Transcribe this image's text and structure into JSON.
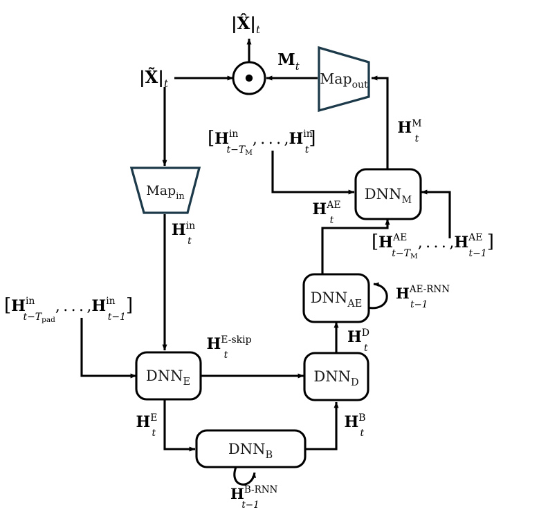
{
  "diagram": {
    "title": "Neural network speech enhancement block diagram",
    "colors": {
      "map_block_stroke": "#1d3a4a",
      "dnn_block_stroke": "#000000",
      "arrow": "#000000",
      "background": "#ffffff",
      "text": "#1a1a1a"
    },
    "blocks": [
      {
        "id": "map_out",
        "name": "Map_out",
        "label_main": "Map",
        "label_sub": "out",
        "shape": "trapezoid"
      },
      {
        "id": "map_in",
        "name": "Map_in",
        "label_main": "Map",
        "label_sub": "in",
        "shape": "trapezoid"
      },
      {
        "id": "dnn_m",
        "name": "DNN_M",
        "label_main": "DNN",
        "label_sub": "M",
        "shape": "rounded-rect"
      },
      {
        "id": "dnn_ae",
        "name": "DNN_AE",
        "label_main": "DNN",
        "label_sub": "AE",
        "shape": "rounded-rect"
      },
      {
        "id": "dnn_e",
        "name": "DNN_E",
        "label_main": "DNN",
        "label_sub": "E",
        "shape": "rounded-rect"
      },
      {
        "id": "dnn_d",
        "name": "DNN_D",
        "label_main": "DNN",
        "label_sub": "D",
        "shape": "rounded-rect"
      },
      {
        "id": "dnn_b",
        "name": "DNN_B",
        "label_main": "DNN",
        "label_sub": "B",
        "shape": "rounded-rect"
      }
    ],
    "nodes": [
      {
        "id": "mult",
        "name": "elementwise-multiply-node",
        "symbol": "dot"
      }
    ],
    "signals": {
      "x_hat_out": {
        "base": "|X̂|",
        "sub": "t",
        "sup": ""
      },
      "x_tilde_in": {
        "base": "|X̃|",
        "sub": "t",
        "sup": ""
      },
      "mask_m": {
        "base": "M",
        "sub": "t",
        "sup": ""
      },
      "h_m": {
        "base": "H",
        "sub": "t",
        "sup": "M"
      },
      "h_ae": {
        "base": "H",
        "sub": "t",
        "sup": "AE"
      },
      "h_in": {
        "base": "H",
        "sub": "t",
        "sup": "in"
      },
      "h_eskip": {
        "base": "H",
        "sub": "t",
        "sup": "E-skip"
      },
      "h_d": {
        "base": "H",
        "sub": "t",
        "sup": "D"
      },
      "h_e": {
        "base": "H",
        "sub": "t",
        "sup": "E"
      },
      "h_b": {
        "base": "H",
        "sub": "t",
        "sup": "B"
      },
      "h_ae_rnn": {
        "base": "H",
        "sub": "t−1",
        "sup": "AE-RNN"
      },
      "h_b_rnn": {
        "base": "H",
        "sub": "t−1",
        "sup": "B-RNN"
      }
    },
    "sequences": {
      "hin_window_m": {
        "open": "[",
        "first_base": "H",
        "first_sup": "in",
        "first_sub": "t−T",
        "first_sub2": "M",
        "dots": ", . . . ,",
        "last_base": "H",
        "last_sup": "in",
        "last_sub": "t",
        "close": "]"
      },
      "hin_window_pad": {
        "open": "[",
        "first_base": "H",
        "first_sup": "in",
        "first_sub": "t−T",
        "first_sub2": "pad",
        "dots": ", . . . ,",
        "last_base": "H",
        "last_sup": "in",
        "last_sub": "t−1",
        "close": "]"
      },
      "hae_window_m": {
        "open": "[",
        "first_base": "H",
        "first_sup": "AE",
        "first_sub": "t−T",
        "first_sub2": "M",
        "dots": ", . . . ,",
        "last_base": "H",
        "last_sup": "AE",
        "last_sub": "t−1",
        "close": "]"
      }
    }
  }
}
